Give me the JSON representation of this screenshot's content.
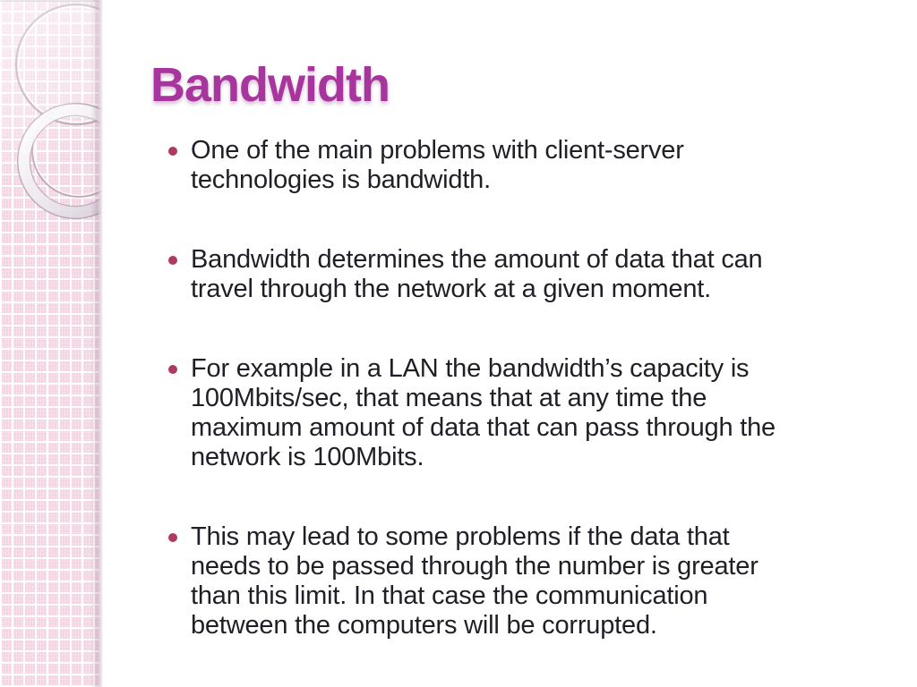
{
  "theme": {
    "title-color": "#a7359d",
    "text-color": "#201e26",
    "bullet-color": "#ae3a62",
    "sidebar-pink": "#f2d4e2",
    "background": "#ffffff"
  },
  "slide": {
    "title": "Bandwidth",
    "bullets": [
      {
        "lines": [
          "One of the main problems with client-server",
          "technologies is bandwidth."
        ]
      },
      {
        "lines": [
          "Bandwidth determines the amount of data that can",
          "travel through the network at a given moment."
        ]
      },
      {
        "lines": [
          "For example in a LAN the bandwidth’s capacity is",
          "100Mbits/sec, that means that at any time the",
          "maximum amount of data that can pass through the",
          "network is 100Mbits."
        ]
      },
      {
        "lines": [
          "This may lead to some problems if the data that",
          "needs to be passed through the number is greater",
          "than this limit. In that case the communication",
          "between the computers will be corrupted."
        ]
      }
    ]
  }
}
